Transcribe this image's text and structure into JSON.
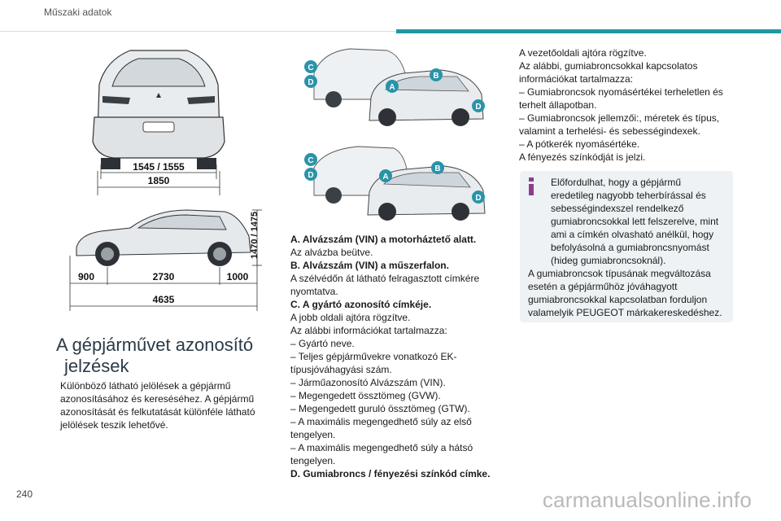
{
  "header": {
    "title": "Műszaki adatok"
  },
  "page_number": "240",
  "watermark": "carmanualsonline.info",
  "dimensions": {
    "rear_track": "1545 / 1555",
    "overall_width": "1850",
    "height": "1470 / 1475",
    "front_overhang": "900",
    "wheelbase": "2730",
    "rear_overhang": "1000",
    "overall_length": "4635"
  },
  "markers": {
    "a": "A",
    "b": "B",
    "c": "C",
    "d": "D"
  },
  "section": {
    "title_line1": "A gépjárművet azonosító",
    "title_line2": "jelzések",
    "intro": "Különböző látható jelölések a gépjármű azonosításához és kereséséhez. A gépjármű azonosítását és felkutatását különféle látható jelölések teszik lehetővé."
  },
  "middle": {
    "a_title": "A. Alvázszám (VIN) a motorháztető alatt.",
    "a_text": "Az alvázba beütve.",
    "b_title": "B. Alvázszám (VIN) a műszerfalon.",
    "b_text": "A szélvédőn át látható felragasztott címkére nyomtatva.",
    "c_title": "C. A gyártó azonosító címkéje.",
    "c_text1": "A jobb oldali ajtóra rögzítve.",
    "c_text2": "Az alábbi információkat tartalmazza:",
    "c_items": [
      "–  Gyártó neve.",
      "–  Teljes gépjárművekre vonatkozó EK-típusjóváhagyási szám.",
      "–  Járműazonosító Alvázszám (VIN).",
      "–  Megengedett össztömeg (GVW).",
      "–  Megengedett guruló össztömeg (GTW).",
      "–  A maximális megengedhető súly az első tengelyen.",
      "–  A maximális megengedhető súly a hátsó tengelyen."
    ],
    "d_title": "D. Gumiabroncs / fényezési színkód címke."
  },
  "right": {
    "line1": "A vezetőoldali ajtóra rögzítve.",
    "line2": "Az alábbi, gumiabroncsokkal kapcsolatos információkat tartalmazza:",
    "items": [
      "–  Gumiabroncsok nyomásértékei terheletlen és terhelt állapotban.",
      "–  Gumiabroncsok jellemzői:, méretek és típus, valamint a terhelési- és sebességindexek.",
      "–  A pótkerék nyomásértéke."
    ],
    "line3": "A fényezés színkódját is jelzi.",
    "info_p1": "Előfordulhat, hogy a gépjármű eredetileg nagyobb teherbírással és sebességindexszel rendelkező gumiabroncsokkal lett felszerelve, mint ami a címkén olvasható anélkül, hogy befolyásolná a gumiabroncsnyomást (hideg gumiabroncsoknál).",
    "info_p2": "A gumiabroncsok típusának megváltozása esetén a gépjárműhöz jóváhagyott gumiabroncsokkal kapcsolatban forduljon valamelyik PEUGEOT márkakereskedéshez."
  },
  "colors": {
    "accent": "#1b9aa5",
    "marker": "#2a93a8",
    "info_bg": "#eef2f4",
    "info_icon": "#8f3a8f"
  }
}
